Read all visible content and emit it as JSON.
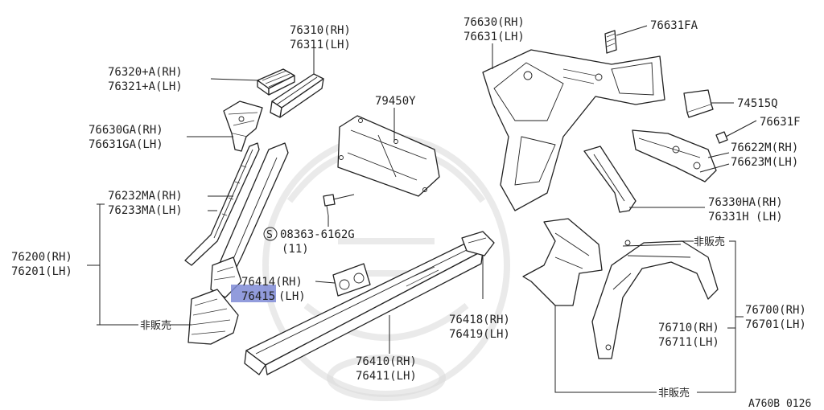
{
  "parts": {
    "p76310": "76310(RH)",
    "p76311": "76311(LH)",
    "p76320": "76320+A(RH)",
    "p76321": "76321+A(LH)",
    "p76630ga": "76630GA(RH)",
    "p76631ga": "76631GA(LH)",
    "p76232ma": "76232MA(RH)",
    "p76233ma": "76233MA(LH)",
    "p76200": "76200(RH)",
    "p76201": "76201(LH)",
    "not_for_sale_left": "非販売",
    "p79450y": "79450Y",
    "p08363": "08363-6162G",
    "p08363_qty": "(11)",
    "p76414": "76414(RH)",
    "p76415_prefix": "76415",
    "p76415_suffix": "(LH)",
    "p76410": "76410(RH)",
    "p76411": "76411(LH)",
    "p76418": "76418(RH)",
    "p76419": "76419(LH)",
    "p76630": "76630(RH)",
    "p76631": "76631(LH)",
    "p76631fa": "76631FA",
    "p74515q": "74515Q",
    "p76631f": "76631F",
    "p76622m": "76622M(RH)",
    "p76623m": "76623M(LH)",
    "p76330ha": "76330HA(RH)",
    "p76331h": "76331H (LH)",
    "not_for_sale_right_top": "非販売",
    "p76700": "76700(RH)",
    "p76701": "76701(LH)",
    "p76710": "76710(RH)",
    "p76711": "76711(LH)",
    "not_for_sale_bottom": "非販売",
    "s_symbol": "S"
  },
  "diagram_code": "A760B 0126",
  "colors": {
    "highlight": "#7f8bd6",
    "line": "#222222",
    "watermark": "#d9d9d9"
  }
}
